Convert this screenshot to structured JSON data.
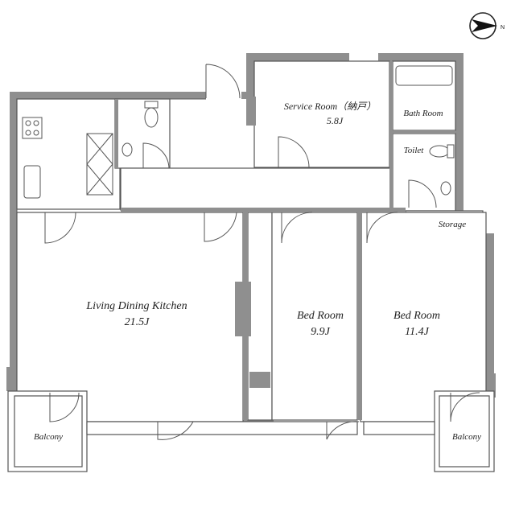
{
  "rooms": {
    "service_room": {
      "name": "Service Room（納戸）",
      "size": "5.8J"
    },
    "bath_room": {
      "name": "Bath Room"
    },
    "toilet": {
      "name": "Toilet"
    },
    "storage": {
      "name": "Storage"
    },
    "ldk": {
      "name": "Living Dining Kitchen",
      "size": "21.5J"
    },
    "bedroom_1": {
      "name": "Bed Room",
      "size": "9.9J"
    },
    "bedroom_2": {
      "name": "Bed Room",
      "size": "11.4J"
    },
    "balcony_left": {
      "name": "Balcony"
    },
    "balcony_right": {
      "name": "Balcony"
    }
  },
  "compass": {
    "label": "N",
    "icon": "north-arrow-icon"
  },
  "colors": {
    "wall": "#8f8f8f",
    "line": "#555555",
    "background": "#ffffff"
  }
}
